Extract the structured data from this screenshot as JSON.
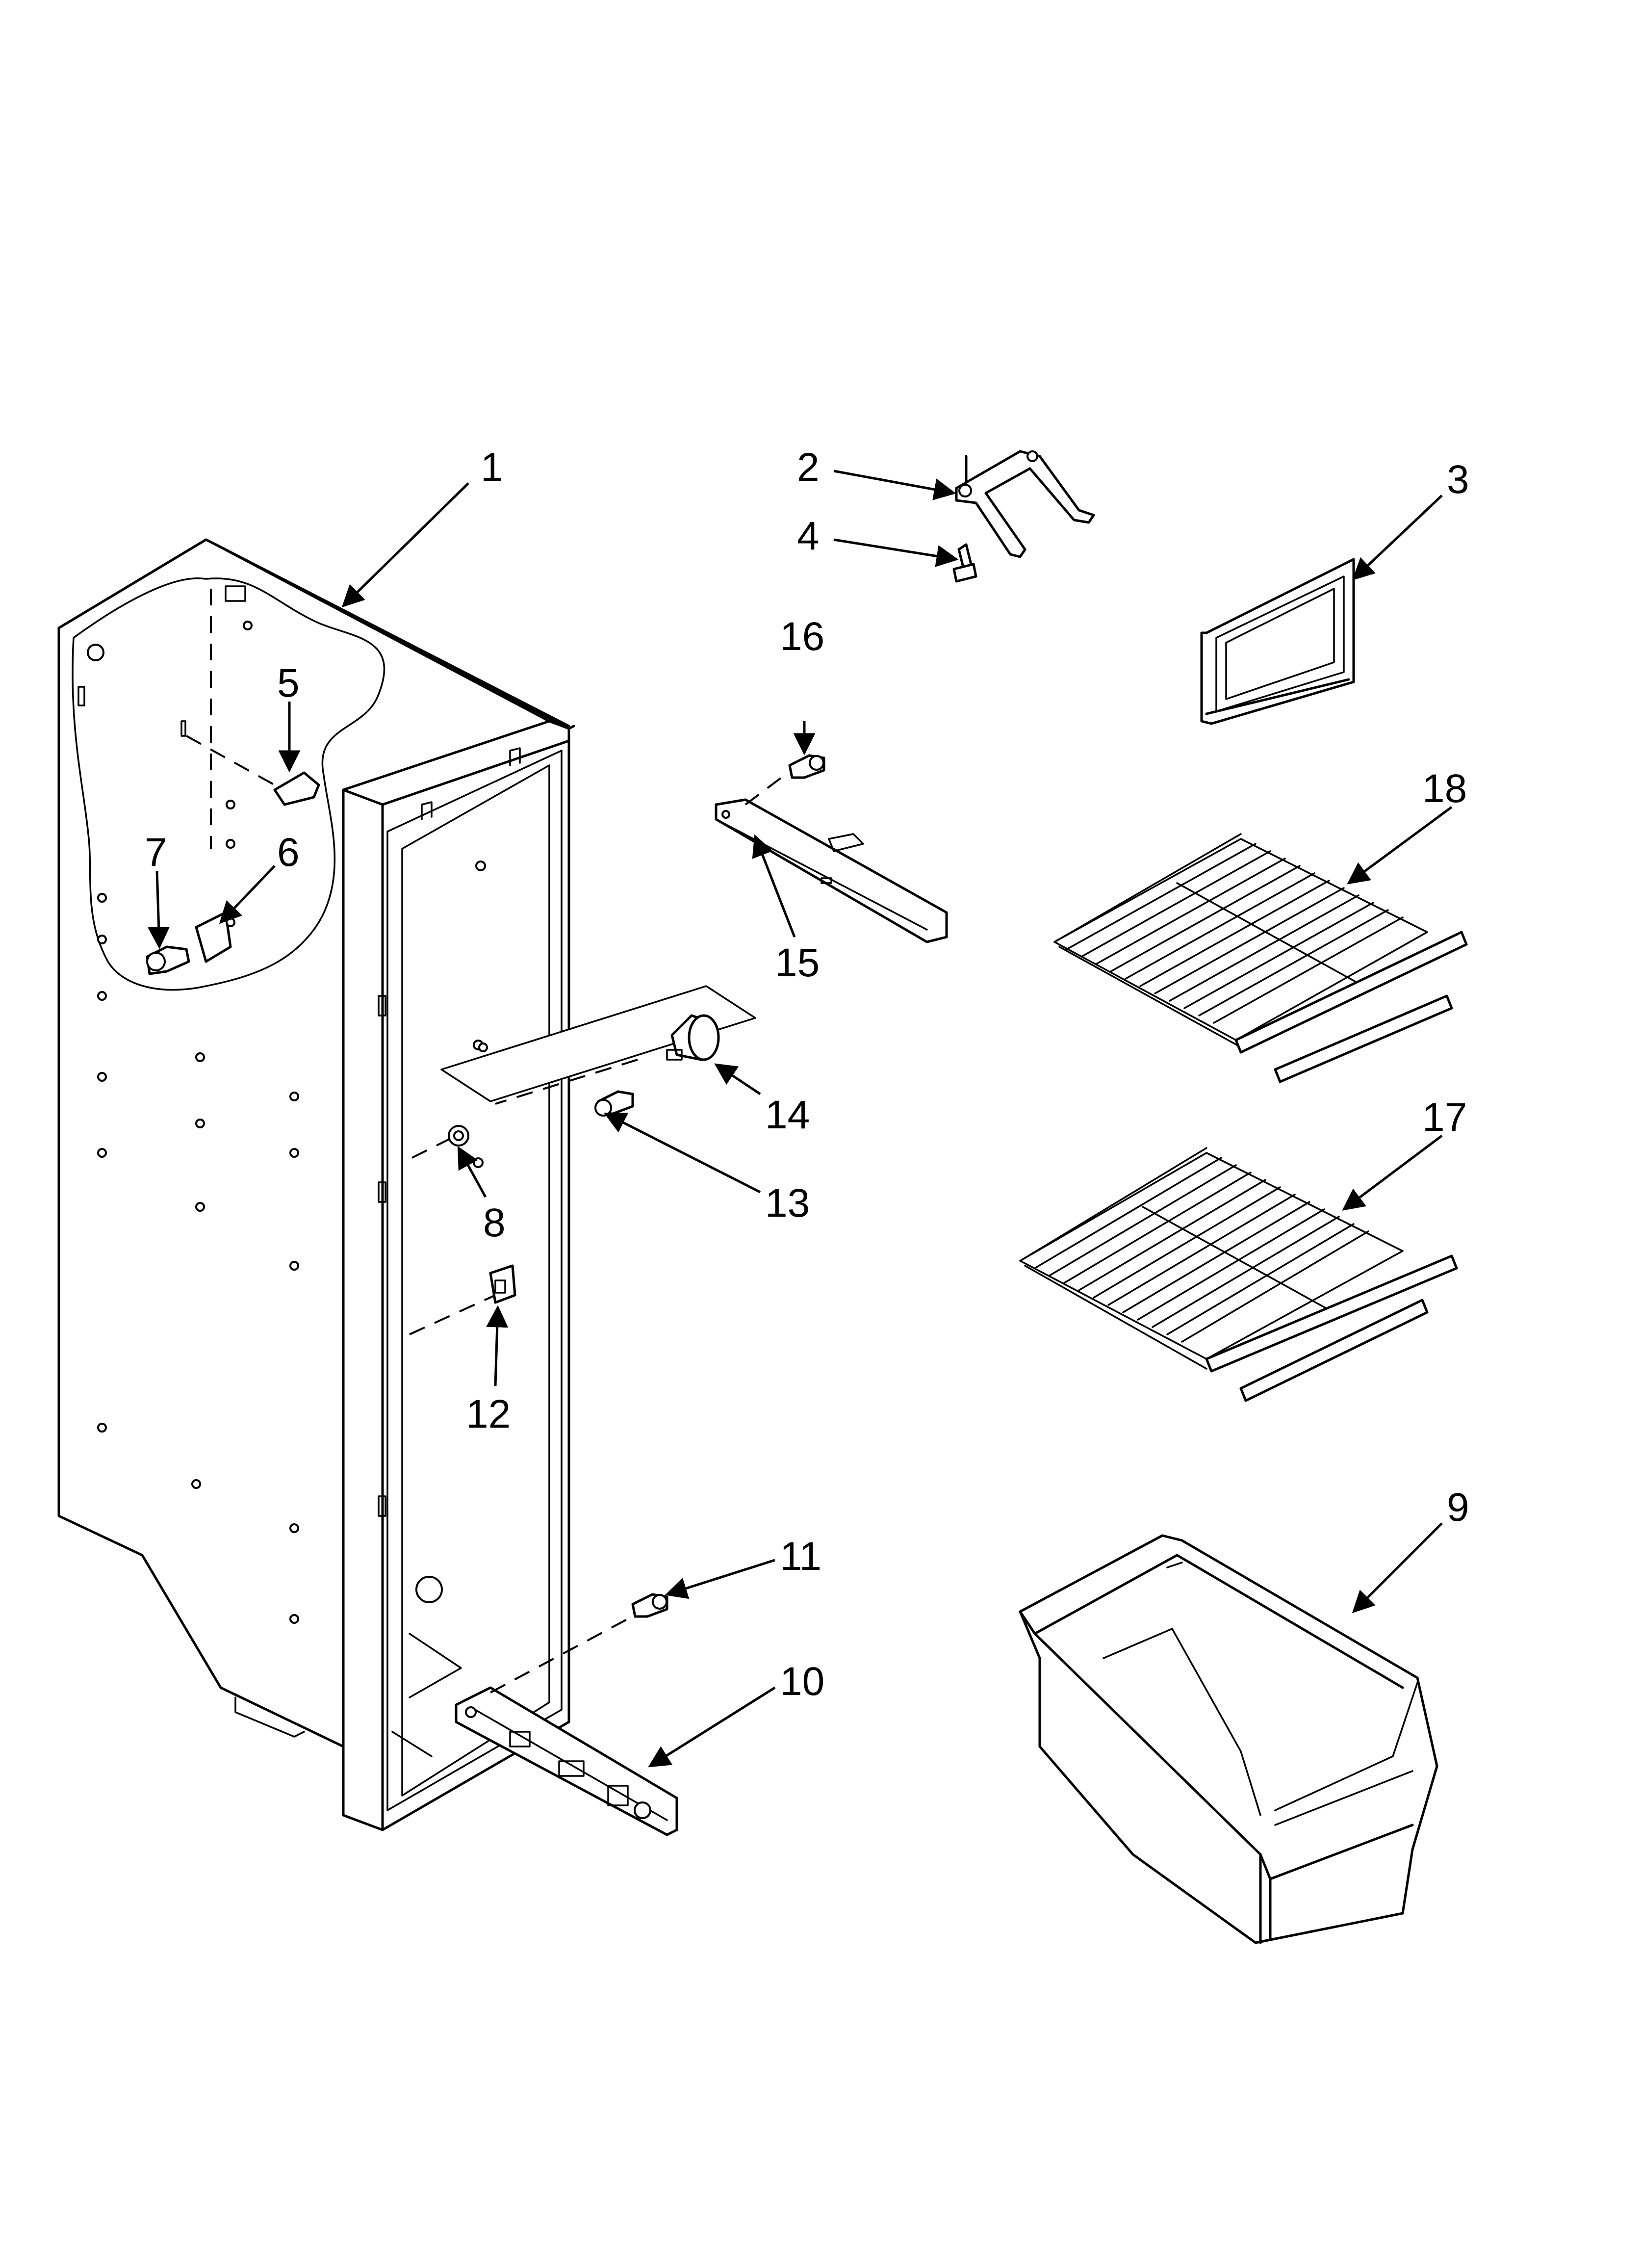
{
  "diagram": {
    "callouts": [
      {
        "id": "1",
        "label": "1"
      },
      {
        "id": "2",
        "label": "2"
      },
      {
        "id": "3",
        "label": "3"
      },
      {
        "id": "4",
        "label": "4"
      },
      {
        "id": "5",
        "label": "5"
      },
      {
        "id": "6",
        "label": "6"
      },
      {
        "id": "7",
        "label": "7"
      },
      {
        "id": "8",
        "label": "8"
      },
      {
        "id": "9",
        "label": "9"
      },
      {
        "id": "10",
        "label": "10"
      },
      {
        "id": "11",
        "label": "11"
      },
      {
        "id": "12",
        "label": "12"
      },
      {
        "id": "13",
        "label": "13"
      },
      {
        "id": "14",
        "label": "14"
      },
      {
        "id": "15",
        "label": "15"
      },
      {
        "id": "16",
        "label": "16"
      },
      {
        "id": "17",
        "label": "17"
      },
      {
        "id": "18",
        "label": "18"
      }
    ],
    "ink_color": "#000000",
    "background_color": "#ffffff"
  }
}
